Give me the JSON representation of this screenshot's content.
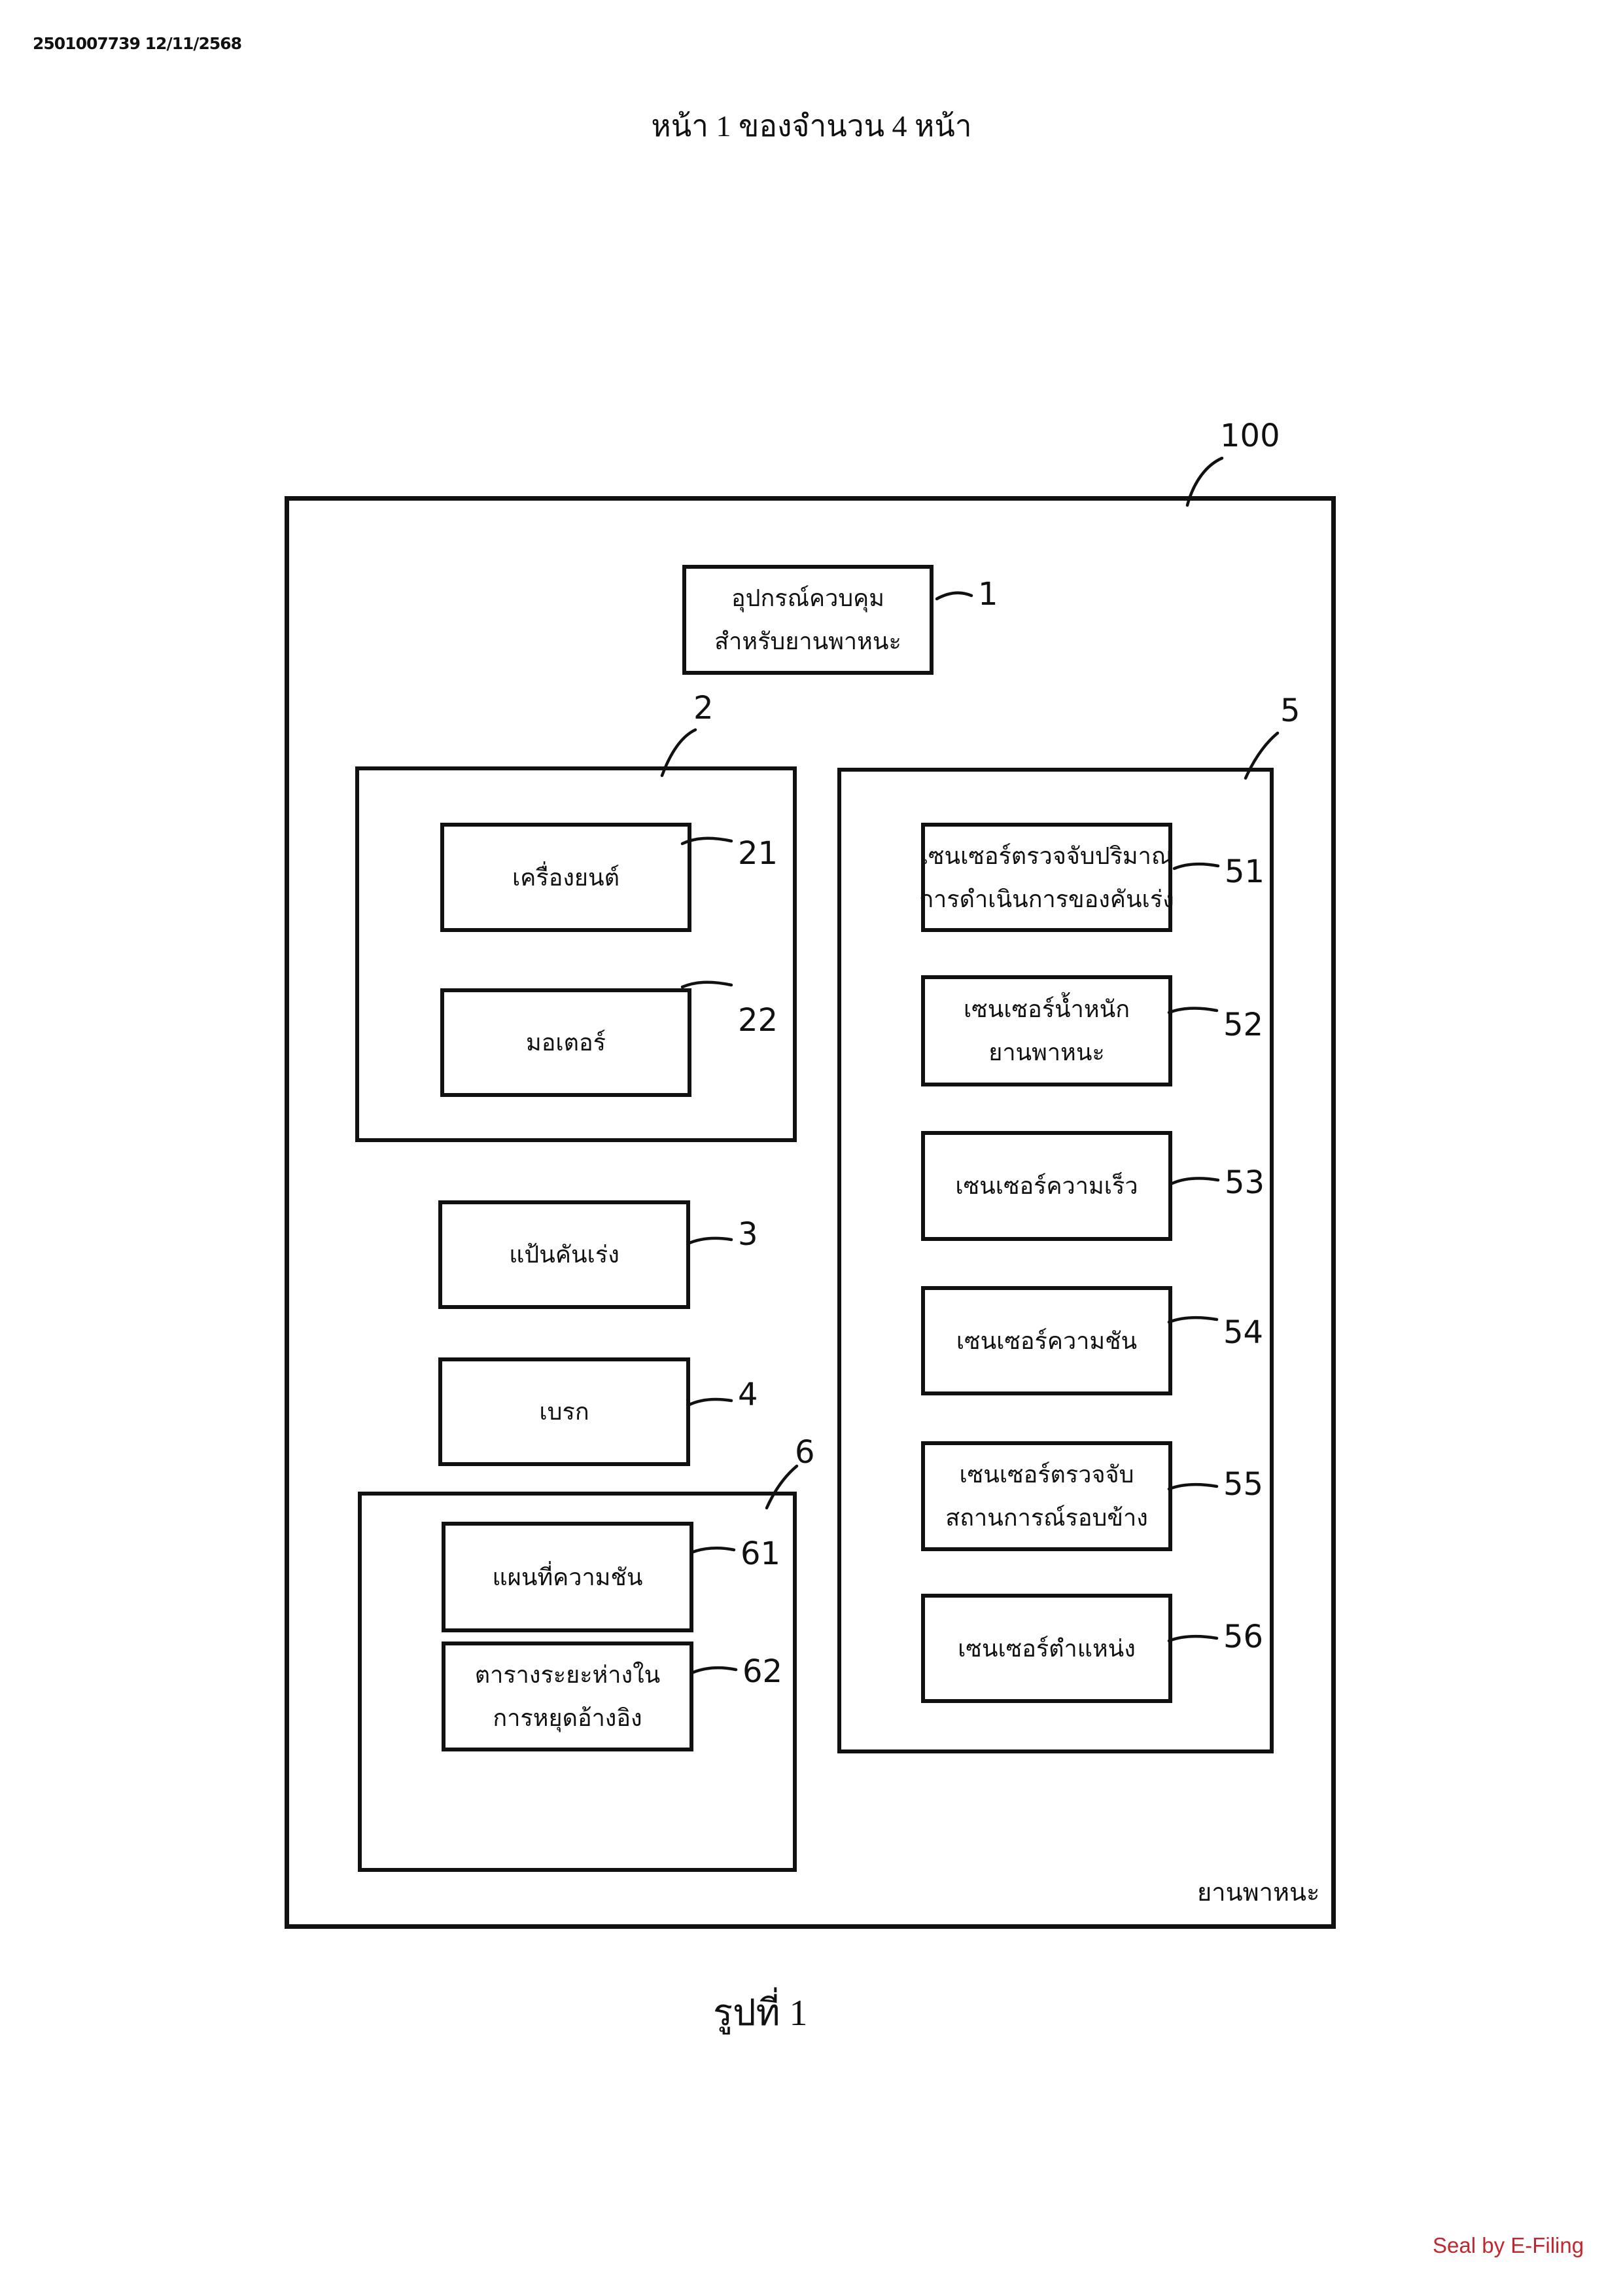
{
  "document": {
    "doc_id": "2501007739 12/11/2568",
    "page_header": "หน้า 1 ของจำนวน 4 หน้า",
    "figure_caption": "รูปที่ 1",
    "seal": "Seal by E-Filing",
    "seal_color": "#c1272d"
  },
  "diagram": {
    "vehicle": {
      "ref": "100",
      "label": "ยานพาหนะ"
    },
    "control_device": {
      "ref": "1",
      "lines": [
        "อุปกรณ์ควบคุม",
        "สำหรับยานพาหนะ"
      ]
    },
    "drive_group": {
      "ref": "2",
      "items": [
        {
          "ref": "21",
          "lines": [
            "เครื่องยนต์"
          ]
        },
        {
          "ref": "22",
          "lines": [
            "มอเตอร์"
          ]
        }
      ]
    },
    "accelerator_pedal": {
      "ref": "3",
      "lines": [
        "แป้นคันเร่ง"
      ]
    },
    "brake": {
      "ref": "4",
      "lines": [
        "เบรก"
      ]
    },
    "sensor_group": {
      "ref": "5",
      "items": [
        {
          "ref": "51",
          "lines": [
            "เซนเซอร์ตรวจจับปริมาณ",
            "การดำเนินการของคันเร่ง"
          ]
        },
        {
          "ref": "52",
          "lines": [
            "เซนเซอร์น้ำหนัก",
            "ยานพาหนะ"
          ]
        },
        {
          "ref": "53",
          "lines": [
            "เซนเซอร์ความเร็ว"
          ]
        },
        {
          "ref": "54",
          "lines": [
            "เซนเซอร์ความชัน"
          ]
        },
        {
          "ref": "55",
          "lines": [
            "เซนเซอร์ตรวจจับ",
            "สถานการณ์รอบข้าง"
          ]
        },
        {
          "ref": "56",
          "lines": [
            "เซนเซอร์ตำแหน่ง"
          ]
        }
      ]
    },
    "storage_group": {
      "ref": "6",
      "items": [
        {
          "ref": "61",
          "lines": [
            "แผนที่ความชัน"
          ]
        },
        {
          "ref": "62",
          "lines": [
            "ตารางระยะห่างใน",
            "การหยุดอ้างอิง"
          ]
        }
      ]
    }
  }
}
